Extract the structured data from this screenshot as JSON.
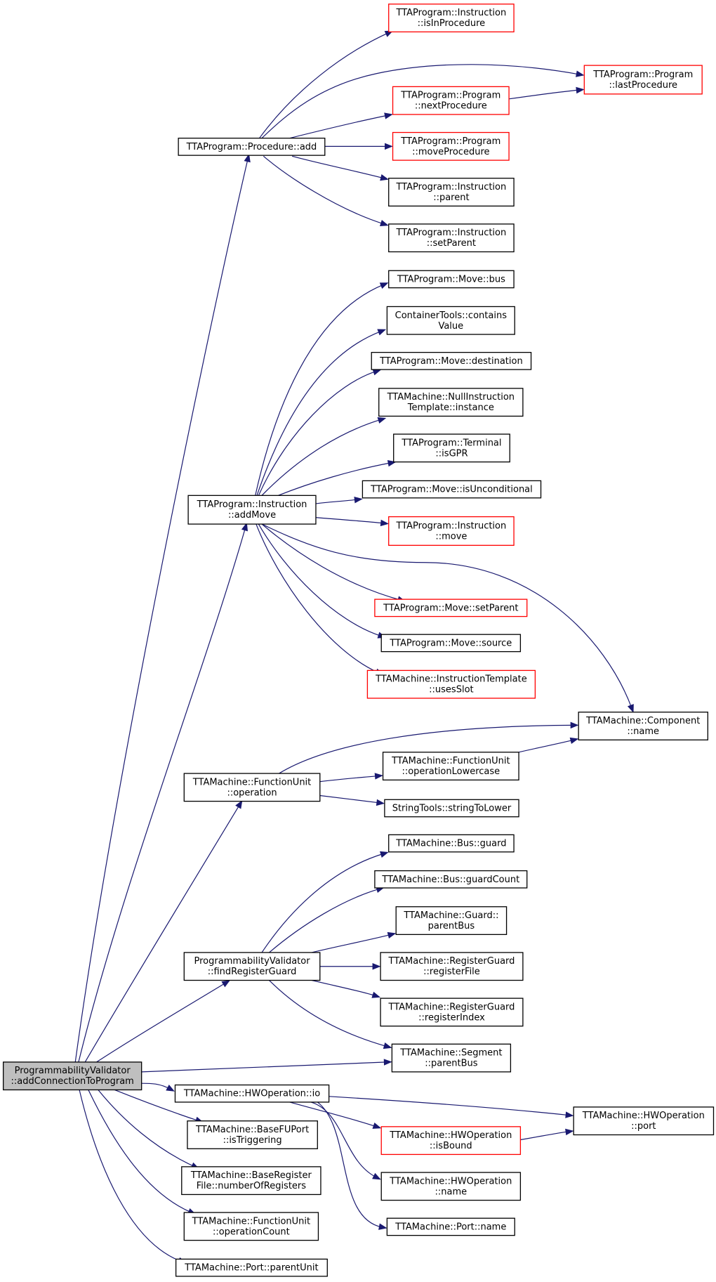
{
  "graph": {
    "nodes": [
      {
        "id": "root",
        "lines": [
          "ProgrammabilityValidator",
          "::addConnectionToProgram"
        ],
        "style": "root"
      },
      {
        "id": "proc_add",
        "lines": [
          "TTAProgram::Procedure::add"
        ],
        "style": "normal"
      },
      {
        "id": "isInProcedure",
        "lines": [
          "TTAProgram::Instruction",
          "::isInProcedure"
        ],
        "style": "red"
      },
      {
        "id": "lastProcedure",
        "lines": [
          "TTAProgram::Program",
          "::lastProcedure"
        ],
        "style": "red"
      },
      {
        "id": "nextProcedure",
        "lines": [
          "TTAProgram::Program",
          "::nextProcedure"
        ],
        "style": "red"
      },
      {
        "id": "moveProcedure",
        "lines": [
          "TTAProgram::Program",
          "::moveProcedure"
        ],
        "style": "red"
      },
      {
        "id": "instr_parent",
        "lines": [
          "TTAProgram::Instruction",
          "::parent"
        ],
        "style": "normal"
      },
      {
        "id": "instr_setParent",
        "lines": [
          "TTAProgram::Instruction",
          "::setParent"
        ],
        "style": "normal"
      },
      {
        "id": "move_bus",
        "lines": [
          "TTAProgram::Move::bus"
        ],
        "style": "normal"
      },
      {
        "id": "containsValue",
        "lines": [
          "ContainerTools::contains",
          "Value"
        ],
        "style": "normal"
      },
      {
        "id": "move_destination",
        "lines": [
          "TTAProgram::Move::destination"
        ],
        "style": "normal"
      },
      {
        "id": "nullInstrTemplate",
        "lines": [
          "TTAMachine::NullInstruction",
          "Template::instance"
        ],
        "style": "normal"
      },
      {
        "id": "terminal_isGPR",
        "lines": [
          "TTAProgram::Terminal",
          "::isGPR"
        ],
        "style": "normal"
      },
      {
        "id": "addMove",
        "lines": [
          "TTAProgram::Instruction",
          "::addMove"
        ],
        "style": "normal"
      },
      {
        "id": "move_isUnconditional",
        "lines": [
          "TTAProgram::Move::isUnconditional"
        ],
        "style": "normal"
      },
      {
        "id": "instr_move",
        "lines": [
          "TTAProgram::Instruction",
          "::move"
        ],
        "style": "red"
      },
      {
        "id": "move_setParent",
        "lines": [
          "TTAProgram::Move::setParent"
        ],
        "style": "red"
      },
      {
        "id": "move_source",
        "lines": [
          "TTAProgram::Move::source"
        ],
        "style": "normal"
      },
      {
        "id": "usesSlot",
        "lines": [
          "TTAMachine::InstructionTemplate",
          "::usesSlot"
        ],
        "style": "red"
      },
      {
        "id": "component_name",
        "lines": [
          "TTAMachine::Component",
          "::name"
        ],
        "style": "normal"
      },
      {
        "id": "fu_operation",
        "lines": [
          "TTAMachine::FunctionUnit",
          "::operation"
        ],
        "style": "normal"
      },
      {
        "id": "fu_opLowercase",
        "lines": [
          "TTAMachine::FunctionUnit",
          "::operationLowercase"
        ],
        "style": "normal"
      },
      {
        "id": "stringToLower",
        "lines": [
          "StringTools::stringToLower"
        ],
        "style": "normal"
      },
      {
        "id": "bus_guard",
        "lines": [
          "TTAMachine::Bus::guard"
        ],
        "style": "normal"
      },
      {
        "id": "bus_guardCount",
        "lines": [
          "TTAMachine::Bus::guardCount"
        ],
        "style": "normal"
      },
      {
        "id": "guard_parentBus",
        "lines": [
          "TTAMachine::Guard::",
          "parentBus"
        ],
        "style": "normal"
      },
      {
        "id": "findRegisterGuard",
        "lines": [
          "ProgrammabilityValidator",
          "::findRegisterGuard"
        ],
        "style": "normal"
      },
      {
        "id": "regGuard_registerFile",
        "lines": [
          "TTAMachine::RegisterGuard",
          "::registerFile"
        ],
        "style": "normal"
      },
      {
        "id": "regGuard_registerIndex",
        "lines": [
          "TTAMachine::RegisterGuard",
          "::registerIndex"
        ],
        "style": "normal"
      },
      {
        "id": "segment_parentBus",
        "lines": [
          "TTAMachine::Segment",
          "::parentBus"
        ],
        "style": "normal"
      },
      {
        "id": "hwop_io",
        "lines": [
          "TTAMachine::HWOperation::io"
        ],
        "style": "normal"
      },
      {
        "id": "hwop_port",
        "lines": [
          "TTAMachine::HWOperation",
          "::port"
        ],
        "style": "normal"
      },
      {
        "id": "baseFUPort_isTriggering",
        "lines": [
          "TTAMachine::BaseFUPort",
          "::isTriggering"
        ],
        "style": "normal"
      },
      {
        "id": "hwop_isBound",
        "lines": [
          "TTAMachine::HWOperation",
          "::isBound"
        ],
        "style": "red"
      },
      {
        "id": "baseRF_numberOfRegisters",
        "lines": [
          "TTAMachine::BaseRegister",
          "File::numberOfRegisters"
        ],
        "style": "normal"
      },
      {
        "id": "hwop_name",
        "lines": [
          "TTAMachine::HWOperation",
          "::name"
        ],
        "style": "normal"
      },
      {
        "id": "fu_operationCount",
        "lines": [
          "TTAMachine::FunctionUnit",
          "::operationCount"
        ],
        "style": "normal"
      },
      {
        "id": "port_name",
        "lines": [
          "TTAMachine::Port::name"
        ],
        "style": "normal"
      },
      {
        "id": "port_parentUnit",
        "lines": [
          "TTAMachine::Port::parentUnit"
        ],
        "style": "normal"
      }
    ],
    "edges": [
      [
        "root",
        "proc_add"
      ],
      [
        "root",
        "addMove"
      ],
      [
        "root",
        "fu_operation"
      ],
      [
        "root",
        "findRegisterGuard"
      ],
      [
        "root",
        "segment_parentBus"
      ],
      [
        "root",
        "hwop_io"
      ],
      [
        "root",
        "baseFUPort_isTriggering"
      ],
      [
        "root",
        "baseRF_numberOfRegisters"
      ],
      [
        "root",
        "fu_operationCount"
      ],
      [
        "root",
        "port_parentUnit"
      ],
      [
        "proc_add",
        "isInProcedure"
      ],
      [
        "proc_add",
        "lastProcedure"
      ],
      [
        "proc_add",
        "nextProcedure"
      ],
      [
        "proc_add",
        "moveProcedure"
      ],
      [
        "proc_add",
        "instr_parent"
      ],
      [
        "proc_add",
        "instr_setParent"
      ],
      [
        "nextProcedure",
        "lastProcedure"
      ],
      [
        "addMove",
        "move_bus"
      ],
      [
        "addMove",
        "containsValue"
      ],
      [
        "addMove",
        "move_destination"
      ],
      [
        "addMove",
        "nullInstrTemplate"
      ],
      [
        "addMove",
        "terminal_isGPR"
      ],
      [
        "addMove",
        "move_isUnconditional"
      ],
      [
        "addMove",
        "instr_move"
      ],
      [
        "addMove",
        "component_name"
      ],
      [
        "addMove",
        "move_setParent"
      ],
      [
        "addMove",
        "move_source"
      ],
      [
        "addMove",
        "usesSlot"
      ],
      [
        "fu_operation",
        "component_name"
      ],
      [
        "fu_operation",
        "fu_opLowercase"
      ],
      [
        "fu_operation",
        "stringToLower"
      ],
      [
        "fu_opLowercase",
        "component_name"
      ],
      [
        "findRegisterGuard",
        "bus_guard"
      ],
      [
        "findRegisterGuard",
        "bus_guardCount"
      ],
      [
        "findRegisterGuard",
        "guard_parentBus"
      ],
      [
        "findRegisterGuard",
        "regGuard_registerFile"
      ],
      [
        "findRegisterGuard",
        "regGuard_registerIndex"
      ],
      [
        "findRegisterGuard",
        "segment_parentBus"
      ],
      [
        "hwop_io",
        "hwop_port"
      ],
      [
        "hwop_io",
        "hwop_isBound"
      ],
      [
        "hwop_io",
        "hwop_name"
      ],
      [
        "hwop_io",
        "port_name"
      ],
      [
        "hwop_isBound",
        "hwop_port"
      ]
    ]
  }
}
